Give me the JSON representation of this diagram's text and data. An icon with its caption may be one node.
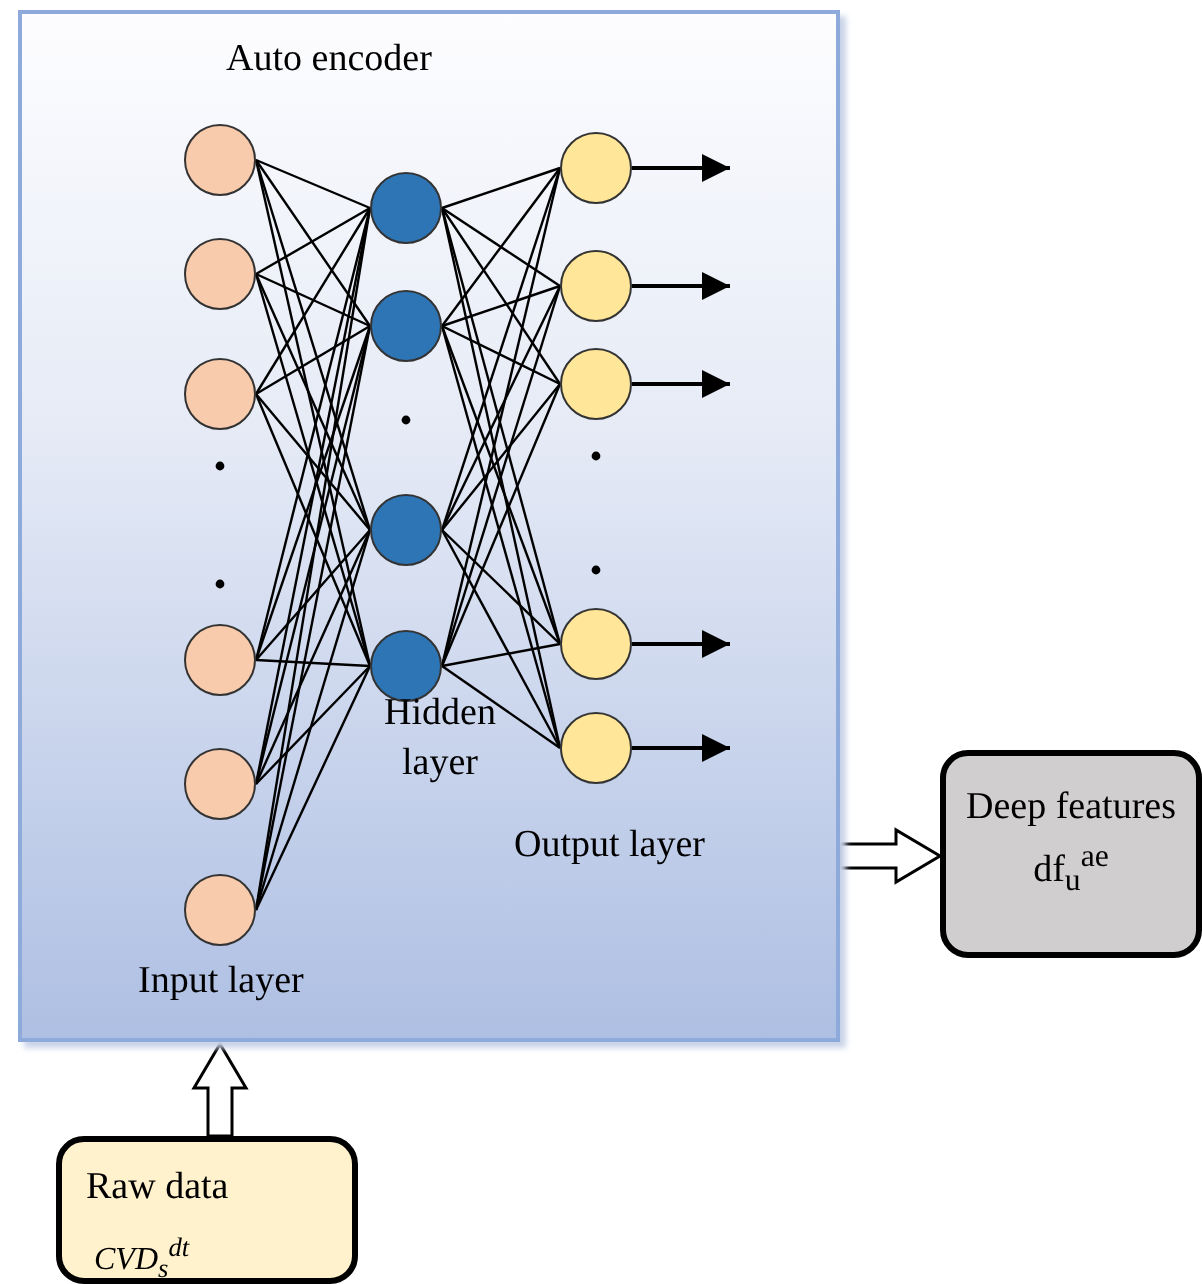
{
  "diagram": {
    "nodes": [
      {
        "text": [
          "Auto encoder"
        ]
      },
      {
        "text": [],
        "shape": "circle",
        "in": 0
      },
      {
        "text": [],
        "shape": "circle",
        "in": 0
      },
      {
        "text": [],
        "shape": "circle",
        "in": 0
      },
      {
        "text": [],
        "shape": "circle",
        "in": 0
      },
      {
        "text": [],
        "shape": "circle",
        "in": 0
      },
      {
        "text": [],
        "shape": "circle",
        "in": 0
      },
      {
        "text": [],
        "shape": "circle",
        "in": 0
      },
      {
        "text": [],
        "shape": "circle",
        "in": 0
      },
      {
        "text": [],
        "shape": "circle",
        "in": 0
      },
      {
        "text": [],
        "shape": "circle",
        "in": 0
      },
      {
        "text": [],
        "shape": "circle",
        "in": 0
      },
      {
        "text": [],
        "shape": "circle",
        "in": 0
      },
      {
        "text": [],
        "shape": "circle",
        "in": 0
      },
      {
        "text": [],
        "shape": "circle",
        "in": 0
      },
      {
        "text": [],
        "shape": "circle",
        "in": 0
      },
      {
        "text": [
          "Deep features df$_{u}$$^{ae}$"
        ]
      },
      {
        "text": [
          "Raw data",
          "CVD$_{s}$$^{dt}$"
        ]
      }
    ],
    "edges": [
      {
        "from": 1,
        "to": 7,
        "arrow": "none"
      },
      {
        "from": 1,
        "to": 8,
        "arrow": "none"
      },
      {
        "from": 1,
        "to": 9,
        "arrow": "none"
      },
      {
        "from": 1,
        "to": 10,
        "arrow": "none"
      },
      {
        "from": 2,
        "to": 7,
        "arrow": "none"
      },
      {
        "from": 2,
        "to": 8,
        "arrow": "none"
      },
      {
        "from": 2,
        "to": 9,
        "arrow": "none"
      },
      {
        "from": 2,
        "to": 10,
        "arrow": "none"
      },
      {
        "from": 3,
        "to": 7,
        "arrow": "none"
      },
      {
        "from": 3,
        "to": 8,
        "arrow": "none"
      },
      {
        "from": 3,
        "to": 9,
        "arrow": "none"
      },
      {
        "from": 3,
        "to": 10,
        "arrow": "none"
      },
      {
        "from": 4,
        "to": 7,
        "arrow": "none"
      },
      {
        "from": 4,
        "to": 8,
        "arrow": "none"
      },
      {
        "from": 4,
        "to": 9,
        "arrow": "none"
      },
      {
        "from": 4,
        "to": 10,
        "arrow": "none"
      },
      {
        "from": 5,
        "to": 7,
        "arrow": "none"
      },
      {
        "from": 5,
        "to": 8,
        "arrow": "none"
      },
      {
        "from": 5,
        "to": 9,
        "arrow": "none"
      },
      {
        "from": 5,
        "to": 10,
        "arrow": "none"
      },
      {
        "from": 6,
        "to": 7,
        "arrow": "none"
      },
      {
        "from": 6,
        "to": 8,
        "arrow": "none"
      },
      {
        "from": 6,
        "to": 9,
        "arrow": "none"
      },
      {
        "from": 6,
        "to": 10,
        "arrow": "none"
      },
      {
        "from": 7,
        "to": 11,
        "arrow": "none"
      },
      {
        "from": 7,
        "to": 12,
        "arrow": "none"
      },
      {
        "from": 7,
        "to": 13,
        "arrow": "none"
      },
      {
        "from": 7,
        "to": 14,
        "arrow": "none"
      },
      {
        "from": 7,
        "to": 15,
        "arrow": "none"
      },
      {
        "from": 8,
        "to": 11,
        "arrow": "none"
      },
      {
        "from": 8,
        "to": 12,
        "arrow": "none"
      },
      {
        "from": 8,
        "to": 13,
        "arrow": "none"
      },
      {
        "from": 8,
        "to": 14,
        "arrow": "none"
      },
      {
        "from": 8,
        "to": 15,
        "arrow": "none"
      },
      {
        "from": 9,
        "to": 11,
        "arrow": "none"
      },
      {
        "from": 9,
        "to": 12,
        "arrow": "none"
      },
      {
        "from": 9,
        "to": 13,
        "arrow": "none"
      },
      {
        "from": 9,
        "to": 14,
        "arrow": "none"
      },
      {
        "from": 9,
        "to": 15,
        "arrow": "none"
      },
      {
        "from": 10,
        "to": 11,
        "arrow": "none"
      },
      {
        "from": 10,
        "to": 12,
        "arrow": "none"
      },
      {
        "from": 10,
        "to": 13,
        "arrow": "none"
      },
      {
        "from": 10,
        "to": 14,
        "arrow": "none"
      },
      {
        "from": 10,
        "to": 15,
        "arrow": "none"
      },
      {
        "from": 11,
        "to": null,
        "arrow": "to"
      },
      {
        "from": 12,
        "to": null,
        "arrow": "to"
      },
      {
        "from": 13,
        "to": null,
        "arrow": "to"
      },
      {
        "from": 14,
        "to": null,
        "arrow": "to"
      },
      {
        "from": 15,
        "to": null,
        "arrow": "to"
      },
      {
        "from": 17,
        "to": 0,
        "arrow": "to",
        "style": "thick"
      },
      {
        "from": 0,
        "to": 16,
        "arrow": "to",
        "style": "thick"
      }
    ],
    "labels": [
      "Hidden layer",
      "Output layer",
      "Input layer"
    ]
  }
}
